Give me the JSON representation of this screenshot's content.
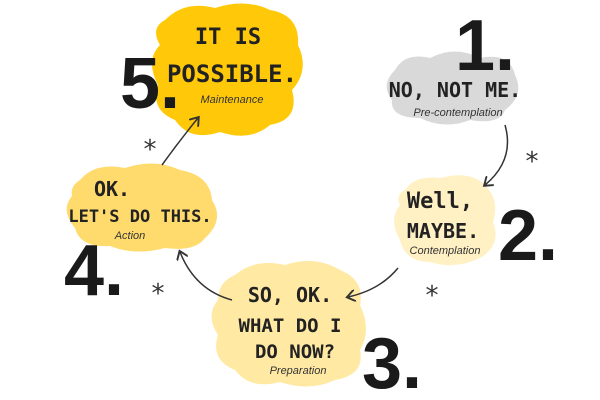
{
  "stages": [
    {
      "number": "1.",
      "lines": [
        "NO, NOT ME."
      ],
      "label": "Pre-contemplation",
      "color": "#d9d9d9"
    },
    {
      "number": "2.",
      "lines": [
        "Well,",
        "MAYBE."
      ],
      "label": "Contemplation",
      "color": "#fff1c4"
    },
    {
      "number": "3.",
      "lines": [
        "SO, OK.",
        "WHAT DO I",
        "DO NOW?"
      ],
      "label": "Preparation",
      "color": "#ffe9a3"
    },
    {
      "number": "4.",
      "lines": [
        "OK.",
        "LET'S DO THIS."
      ],
      "label": "Action",
      "color": "#ffdb6e"
    },
    {
      "number": "5.",
      "lines": [
        "IT IS",
        "POSSIBLE."
      ],
      "label": "Maintenance",
      "color": "#ffc90a"
    }
  ],
  "asterisk": "*"
}
